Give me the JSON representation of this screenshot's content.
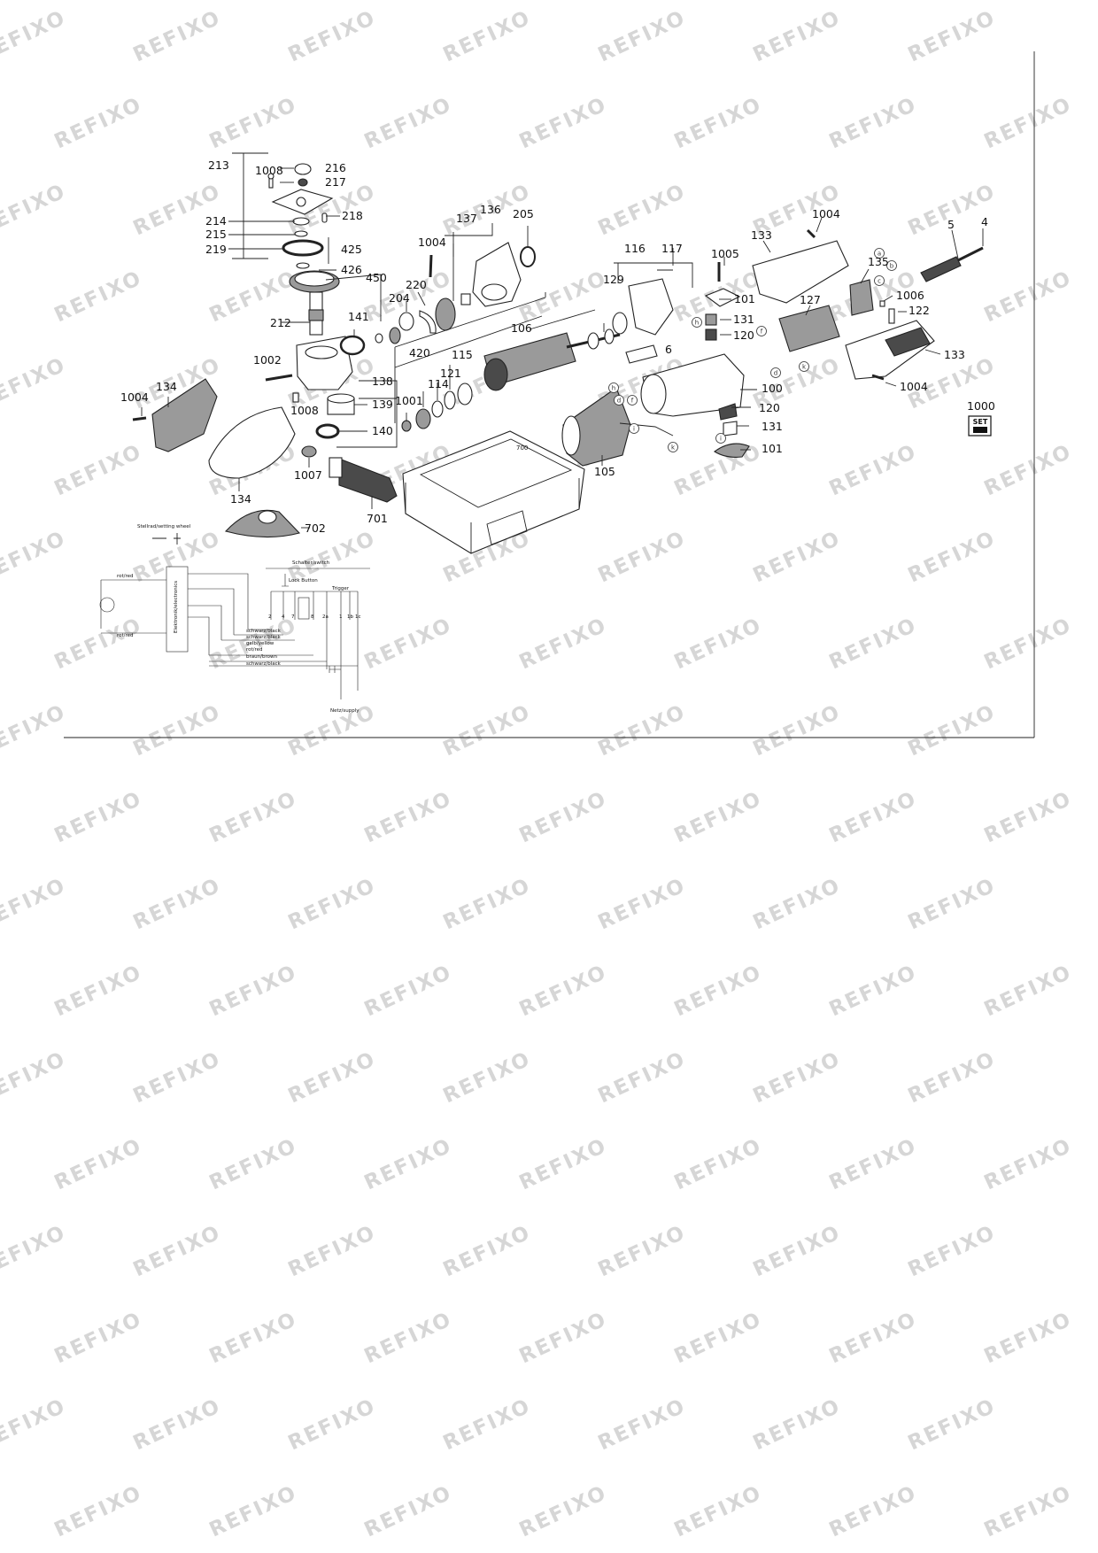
{
  "watermark": "REFIXO",
  "set_badge": "SET",
  "set_label": "1000",
  "case_label": "700",
  "part_labels": {
    "p213": "213",
    "p1008a": "1008",
    "p216": "216",
    "p217": "217",
    "p218": "218",
    "p214": "214",
    "p215": "215",
    "p219": "219",
    "p425": "425",
    "p426": "426",
    "p450": "450",
    "p212": "212",
    "p141": "141",
    "p1002": "1002",
    "p1008b": "1008",
    "p138": "138",
    "p139": "139",
    "p140": "140",
    "p1004a": "1004",
    "p134a": "134",
    "p134b": "134",
    "p1007": "1007",
    "p701": "701",
    "p702": "702",
    "p204": "204",
    "p220": "220",
    "p137": "137",
    "p136": "136",
    "p205": "205",
    "p1004b": "1004",
    "p420": "420",
    "p1001": "1001",
    "p114": "114",
    "p121": "121",
    "p115": "115",
    "p106": "106",
    "p116": "116",
    "p117": "117",
    "p129": "129",
    "p6": "6",
    "p105": "105",
    "p100": "100",
    "p120a": "120",
    "p131a": "131",
    "p101a": "101",
    "p1005": "1005",
    "p101b": "101",
    "p131b": "131",
    "p120b": "120",
    "p133a": "133",
    "p1004c": "1004",
    "p5": "5",
    "p4": "4",
    "p135": "135",
    "p127": "127",
    "p1006": "1006",
    "p122": "122",
    "p133b": "133",
    "p1004d": "1004"
  },
  "wiring": {
    "stellrad": "Stellrad/setting wheel",
    "elektronik": "Elektronik/electronics",
    "schalter": "Schalter/switch",
    "lock_button": "Lock Button",
    "trigger": "Trigger",
    "rot_red_top": "rot/red",
    "rot_red_bottom": "rot/red",
    "netzsupply": "Netz/supply",
    "wire1": "schwarz/black",
    "wire2": "schwarz/black",
    "wire3": "gelb/yellow",
    "wire4": "rot/red",
    "wire5": "braun/brown",
    "wire6": "schwarz/black",
    "t2": "2",
    "t4": "4",
    "t7": "7",
    "t8": "8",
    "t2a": "2a",
    "t1": "1",
    "t1b": "1b",
    "t1c": "1c"
  },
  "callouts": [
    "a",
    "b",
    "c",
    "d",
    "f",
    "h",
    "i",
    "k"
  ]
}
